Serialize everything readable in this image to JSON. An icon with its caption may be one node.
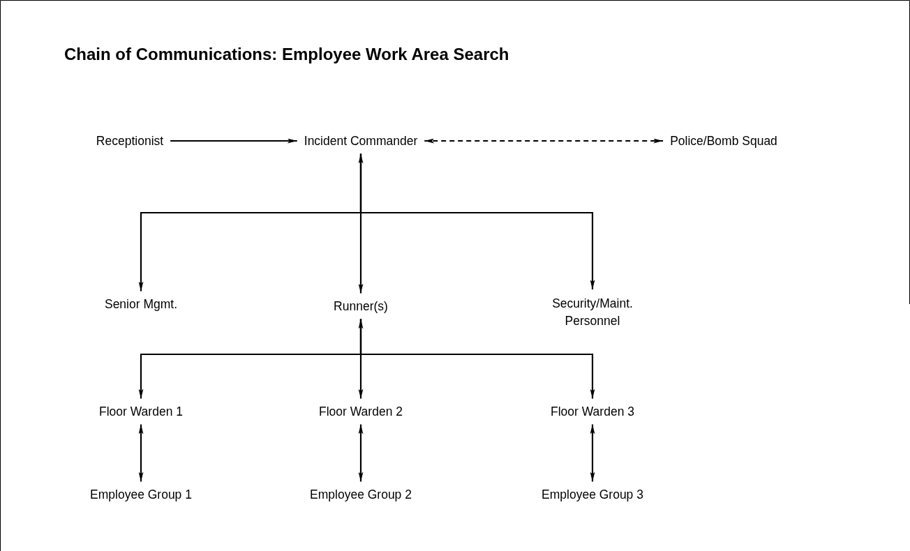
{
  "diagram": {
    "title": "Chain of Communications: Employee Work Area Search",
    "nodes": [
      {
        "text": [
          "Receptionist"
        ]
      },
      {
        "text": [
          "Incident Commander"
        ]
      },
      {
        "text": [
          "Police/Bomb Squad"
        ]
      },
      {
        "text": [
          "Senior Mgmt."
        ]
      },
      {
        "text": [
          "Runner(s)"
        ]
      },
      {
        "text": [
          "Security/Maint. Personnel"
        ]
      },
      {
        "text": [
          "Floor Warden 1"
        ]
      },
      {
        "text": [
          "Floor Warden 2"
        ]
      },
      {
        "text": [
          "Floor Warden 3"
        ]
      },
      {
        "text": [
          "Employee Group 1"
        ]
      },
      {
        "text": [
          "Employee Group 2"
        ]
      },
      {
        "text": [
          "Employee Group 3"
        ]
      }
    ],
    "edges": [
      {
        "from": 0,
        "to": 1,
        "arrow": "to"
      },
      {
        "from": 1,
        "to": 2,
        "arrow": "both",
        "style": "dashed"
      },
      {
        "from": 1,
        "to": 3,
        "arrow": "to"
      },
      {
        "from": 1,
        "to": 4,
        "arrow": "both"
      },
      {
        "from": 1,
        "to": 5,
        "arrow": "to"
      },
      {
        "from": 4,
        "to": 6,
        "arrow": "to"
      },
      {
        "from": 4,
        "to": 7,
        "arrow": "both"
      },
      {
        "from": 4,
        "to": 8,
        "arrow": "to"
      },
      {
        "from": 6,
        "to": 9,
        "arrow": "both"
      },
      {
        "from": 7,
        "to": 10,
        "arrow": "both"
      },
      {
        "from": 8,
        "to": 11,
        "arrow": "both"
      }
    ]
  }
}
